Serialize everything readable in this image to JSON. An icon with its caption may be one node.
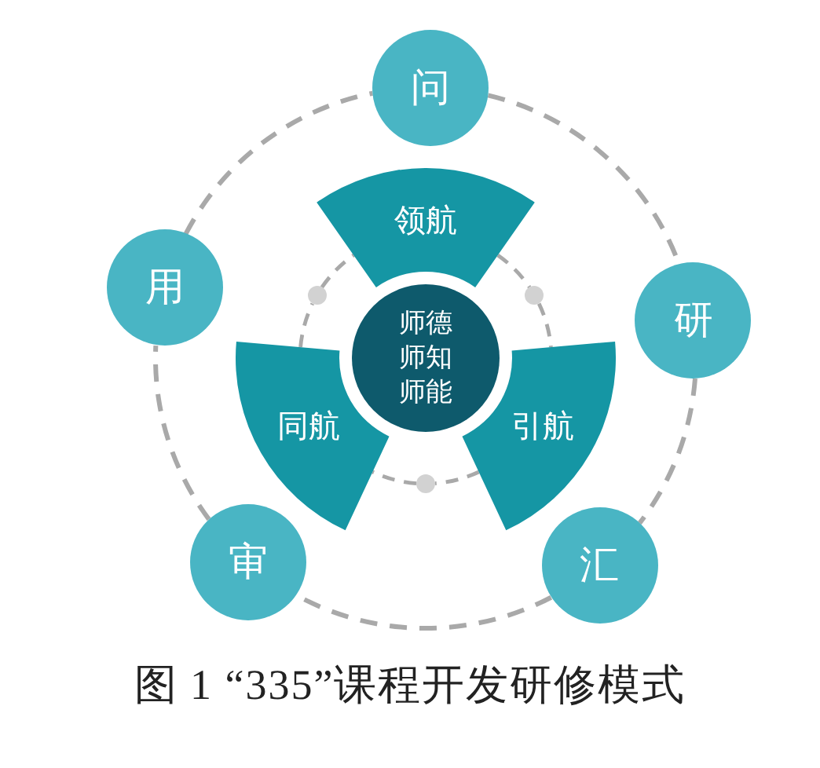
{
  "diagram": {
    "caption": "图 1 “335”课程开发研修模式",
    "nodes": [
      {
        "text": [
          "问"
        ]
      },
      {
        "text": [
          "领航"
        ]
      },
      {
        "text": [
          "用"
        ]
      },
      {
        "text": [],
        "shape": "circle"
      },
      {
        "text": [],
        "shape": "circle"
      },
      {
        "text": [
          "研"
        ]
      },
      {
        "text": [
          "师德",
          "师知",
          "师能"
        ]
      },
      {
        "text": [
          "同航"
        ]
      },
      {
        "text": [
          "引航"
        ]
      },
      {
        "text": [],
        "shape": "circle"
      },
      {
        "text": [
          "审"
        ]
      },
      {
        "text": [
          "汇"
        ]
      }
    ],
    "edges": [
      {
        "from": 0,
        "to": 5,
        "arrow": "none",
        "style": "dashed"
      },
      {
        "from": 5,
        "to": 11,
        "arrow": "none",
        "style": "dashed"
      },
      {
        "from": 11,
        "to": 10,
        "arrow": "none",
        "style": "dashed"
      },
      {
        "from": 10,
        "to": 2,
        "arrow": "none",
        "style": "dashed"
      },
      {
        "from": 2,
        "to": 0,
        "arrow": "none",
        "style": "dashed"
      },
      {
        "from": 1,
        "to": 4,
        "arrow": "none",
        "style": "dashed"
      },
      {
        "from": 4,
        "to": 8,
        "arrow": "none",
        "style": "dashed"
      },
      {
        "from": 8,
        "to": 9,
        "arrow": "none",
        "style": "dashed"
      },
      {
        "from": 9,
        "to": 7,
        "arrow": "none",
        "style": "dashed"
      },
      {
        "from": 7,
        "to": 3,
        "arrow": "none",
        "style": "dashed"
      },
      {
        "from": 3,
        "to": 1,
        "arrow": "none",
        "style": "dashed"
      }
    ]
  }
}
